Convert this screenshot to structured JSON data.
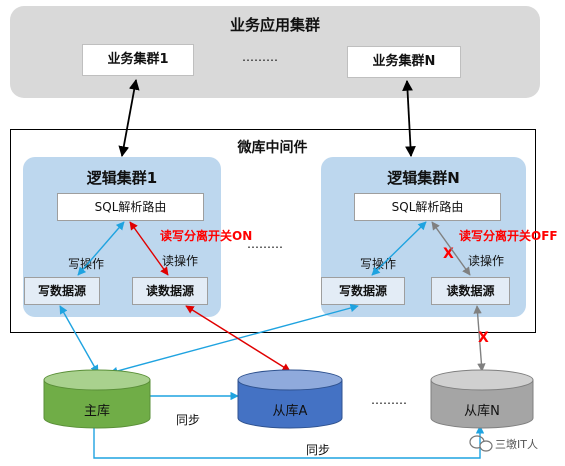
{
  "business": {
    "title": "业务应用集群",
    "cluster1": "业务集群1",
    "ellipsis": "………",
    "clusterN": "业务集群N"
  },
  "middleware": {
    "title": "微库中间件",
    "ellipsis": "………",
    "logic1": {
      "title": "逻辑集群1",
      "sql": "SQL解析路由",
      "write_op": "写操作",
      "read_op": "读操作",
      "write_ds": "写数据源",
      "read_ds": "读数据源",
      "rw_split": "读写分离开关ON"
    },
    "logicN": {
      "title": "逻辑集群N",
      "sql": "SQL解析路由",
      "write_op": "写操作",
      "read_op": "读操作",
      "write_ds": "写数据源",
      "read_ds": "读数据源",
      "rw_split": "读写分离开关OFF",
      "block_mark": "X"
    }
  },
  "databases": {
    "master": "主库",
    "slaveA": "从库A",
    "ellipsis": "………",
    "slaveN": "从库N",
    "sync1": "同步",
    "sync2": "同步",
    "block_mark": "X"
  },
  "watermark": "三墩IT人",
  "colors": {
    "blue_arrow": "#1fa3e0",
    "red_arrow": "#e00000",
    "gray_arrow": "#808080",
    "master_db": "#70ad47",
    "slaveA_db": "#4472c4",
    "slaveN_db": "#a5a5a5"
  }
}
